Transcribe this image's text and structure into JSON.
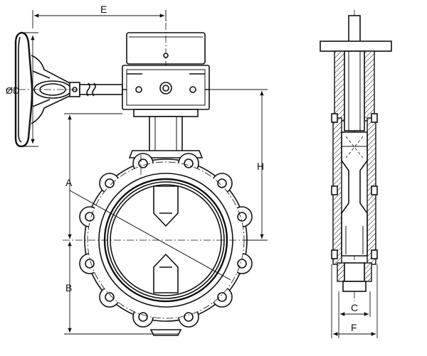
{
  "labels": {
    "E": "E",
    "D": "ØD",
    "A": "A",
    "B": "B",
    "H": "H",
    "C": "C",
    "F": "F"
  }
}
